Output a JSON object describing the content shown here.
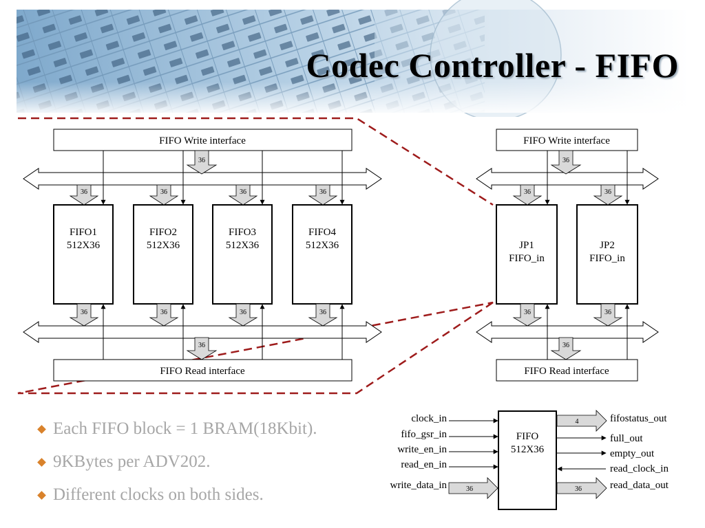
{
  "title": "Codec Controller - FIFO",
  "colors": {
    "dashed_outline": "#9e1b1b",
    "bullet_marker": "#d9822b",
    "bullet_text": "#a6a6a6",
    "banner": "#8fb7d6"
  },
  "left_diagram": {
    "write_interface": "FIFO Write interface",
    "read_interface": "FIFO Read interface",
    "fifos": [
      {
        "name": "FIFO1",
        "size": "512X36"
      },
      {
        "name": "FIFO2",
        "size": "512X36"
      },
      {
        "name": "FIFO3",
        "size": "512X36"
      },
      {
        "name": "FIFO4",
        "size": "512X36"
      }
    ],
    "bus_width": "36"
  },
  "right_diagram": {
    "write_interface": "FIFO Write interface",
    "read_interface": "FIFO Read interface",
    "fifos": [
      {
        "name": "JP1",
        "size": "FIFO_in"
      },
      {
        "name": "JP2",
        "size": "FIFO_in"
      }
    ],
    "bus_width": "36"
  },
  "fifo_block": {
    "name": "FIFO",
    "size": "512X36",
    "inputs": [
      "clock_in",
      "fifo_gsr_in",
      "write_en_in",
      "read_en_in",
      "write_data_in"
    ],
    "outputs": [
      "fifostatus_out",
      "full_out",
      "empty_out",
      "read_clock_in",
      "read_data_out"
    ],
    "write_data_width": "36",
    "status_width": "4",
    "read_data_width": "36"
  },
  "bullets": [
    "Each FIFO block = 1 BRAM(18Kbit).",
    "9KBytes per ADV202.",
    "Different clocks on both sides."
  ]
}
